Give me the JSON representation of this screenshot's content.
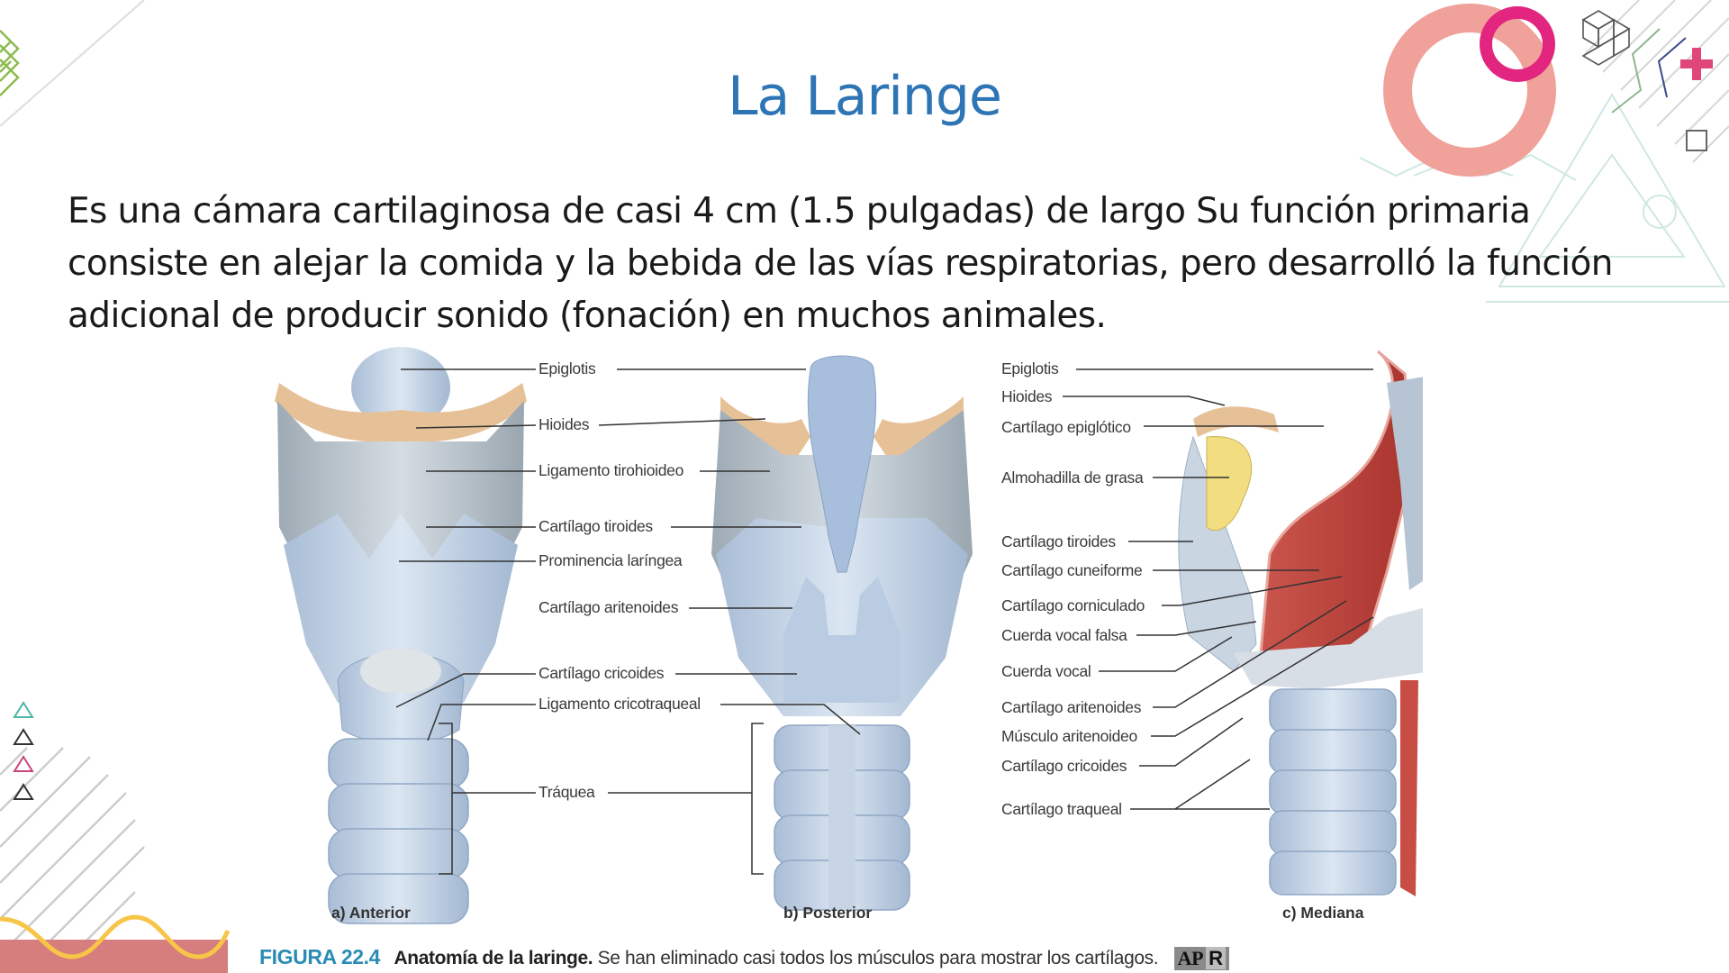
{
  "slide": {
    "title": "La Laringe",
    "body_lines": [
      "Es una cámara cartilaginosa de casi 4 cm (1.5 pulgadas) de largo Su función primaria",
      "consiste en alejar la comida y la bebida de las vías respiratorias, pero desarrolló la función",
      "adicional de producir sonido (fonación) en muchos animales."
    ],
    "colors": {
      "title": "#2E75B6",
      "body_text": "#1a1a1a",
      "ring_large": "#F0A19A",
      "ring_small": "#E2267F",
      "plus": "#E0457B",
      "wave": "#F7C548",
      "bottom_band": "#D67D7D",
      "caption_figure": "#2A8CB4"
    }
  },
  "figure": {
    "labels_center": [
      "Epiglotis",
      "Hioides",
      "Ligamento tirohioideo",
      "Cartílago tiroides",
      "Prominencia laríngea",
      "Cartílago aritenoides",
      "Cartílago cricoides",
      "Ligamento cricotraqueal",
      "Tráquea"
    ],
    "labels_right": [
      "Epiglotis",
      "Hioides",
      "Cartílago epiglótico",
      "Almohadilla de grasa",
      "Cartílago tiroides",
      "Cartílago cuneiforme",
      "Cartílago corniculado",
      "Cuerda vocal falsa",
      "Cuerda vocal",
      "Cartílago aritenoides",
      "Músculo aritenoideo",
      "Cartílago cricoides",
      "Cartílago traqueal"
    ],
    "views": [
      "a) Anterior",
      "b) Posterior",
      "c) Mediana"
    ],
    "caption": {
      "number": "FIGURA 22.4",
      "title": "Anatomía de la laringe.",
      "text": "Se han eliminado casi todos los músculos para mostrar los cartílagos.",
      "badge_left": "AP",
      "badge_right": "R"
    }
  },
  "decorations": {
    "left_triangles": [
      "teal-triangle-icon",
      "black-triangle-icon",
      "pink-triangle-icon",
      "black-triangle-icon"
    ],
    "top_right": [
      "pink-ring",
      "magenta-ring",
      "cubes-icon",
      "plus-icon",
      "square-icon",
      "triangle-outline"
    ]
  }
}
